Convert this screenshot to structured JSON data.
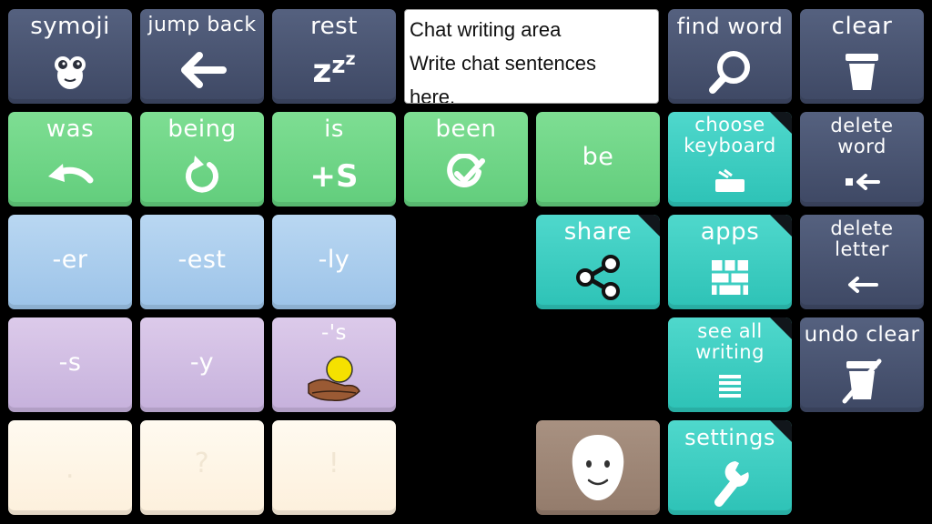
{
  "chat": {
    "text_line1": "Chat writing area",
    "text_line2": "Write chat sentences",
    "text_line3": "here."
  },
  "row1": {
    "symoji": "symoji",
    "jump_back": "jump back",
    "rest": "rest",
    "rest_symbol": "z",
    "find_word": "find word",
    "clear": "clear"
  },
  "row2": {
    "was": "was",
    "being": "being",
    "is": "is",
    "is_symbol": "+S",
    "been": "been",
    "be": "be",
    "choose_keyboard_l1": "choose",
    "choose_keyboard_l2": "keyboard",
    "delete_word_l1": "delete",
    "delete_word_l2": "word"
  },
  "row3": {
    "er": "-er",
    "est": "-est",
    "ly": "-ly",
    "share": "share",
    "apps": "apps",
    "delete_letter_l1": "delete",
    "delete_letter_l2": "letter"
  },
  "row4": {
    "s": "-s",
    "y": "-y",
    "apostrophe_s": "-'s",
    "see_all_l1": "see all",
    "see_all_l2": "writing",
    "undo_clear": "undo clear"
  },
  "row5": {
    "period": ".",
    "question": "?",
    "exclaim": "!",
    "settings": "settings"
  },
  "icons": {
    "symoji": "owl-icon",
    "jump_back": "arrow-left-icon",
    "find_word": "magnifier-icon",
    "clear": "trash-icon",
    "was": "curved-arrow-icon",
    "being": "circular-arrow-icon",
    "been": "check-circle-icon",
    "choose_keyboard": "keyboard-icon",
    "delete_word": "delete-arrow-icon",
    "share": "share-icon",
    "apps": "grid-icon",
    "delete_letter": "arrow-left-small-icon",
    "apostrophe_s": "hands-holding-ball-icon",
    "see_all_writing": "document-lines-icon",
    "undo_clear": "trash-crossed-icon",
    "face": "face-mask-icon",
    "settings": "wrench-icon"
  },
  "colors": {
    "navy": "#48536f",
    "green": "#6fd487",
    "blue": "#a9cdee",
    "purple": "#cfbbe2",
    "cream": "#fdf4e3",
    "teal": "#3ccdc1",
    "taupe": "#9d8676",
    "background": "#000000"
  }
}
